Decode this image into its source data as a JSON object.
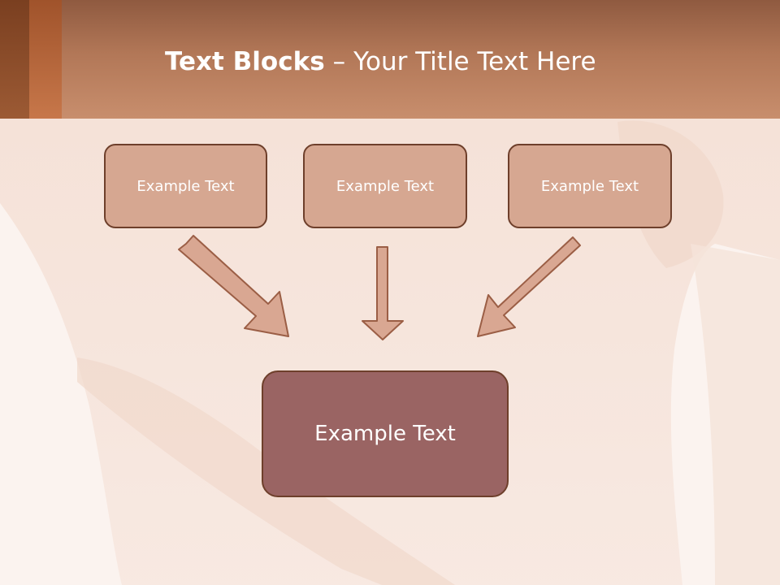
{
  "title": {
    "bold": "Text Blocks",
    "separator": "–",
    "regular": "Your Title Text Here"
  },
  "blocks": {
    "left": "Example Text",
    "middle": "Example Text",
    "right": "Example Text",
    "bottom": "Example Text"
  },
  "colors": {
    "header": "#b27757",
    "box_fill": "#d6a791",
    "box_border": "#6e3f2b",
    "bottom_box_fill": "#9a6463",
    "arrow_fill": "#d9a792",
    "background": "#fbf3ef"
  },
  "icons": {
    "arrows": [
      "arrow-down-right-icon",
      "arrow-down-icon",
      "arrow-down-left-icon"
    ]
  }
}
